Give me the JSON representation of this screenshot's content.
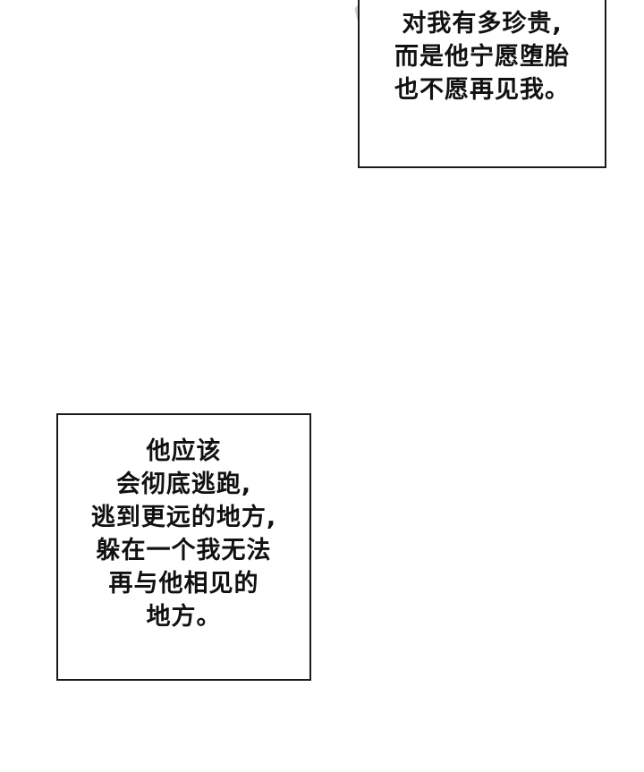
{
  "panel_top": {
    "lines": [
      "对我有多珍贵,",
      "而是他宁愿堕胎",
      "也不愿再见我。"
    ]
  },
  "panel_bottom": {
    "lines": [
      "他应该",
      "会彻底逃跑,",
      "逃到更远的地方,",
      "躲在一个我无法",
      "再与他相见的",
      "地方。"
    ]
  }
}
